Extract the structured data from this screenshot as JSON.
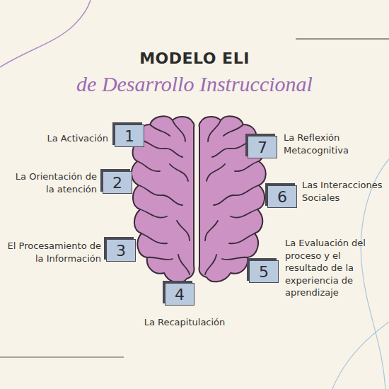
{
  "diagram": {
    "title": "MODELO ELI",
    "nodes": [
      {
        "text": [
          "1",
          "La Activación"
        ]
      },
      {
        "text": [
          "2",
          "La Orientación de la atención"
        ]
      },
      {
        "text": [
          "3",
          "El Procesamiento de la Información"
        ]
      },
      {
        "text": [
          "4",
          "La Recapitulación"
        ]
      },
      {
        "text": [
          "5",
          "La Evaluación del proceso y el resultado de la experiencia de aprendizaje"
        ]
      },
      {
        "text": [
          "6",
          "Las Interacciones Sociales"
        ]
      },
      {
        "text": [
          "7",
          "La Reflexión Metacognitiva"
        ]
      }
    ],
    "labels": [
      "de Desarrollo Instruccional"
    ]
  }
}
